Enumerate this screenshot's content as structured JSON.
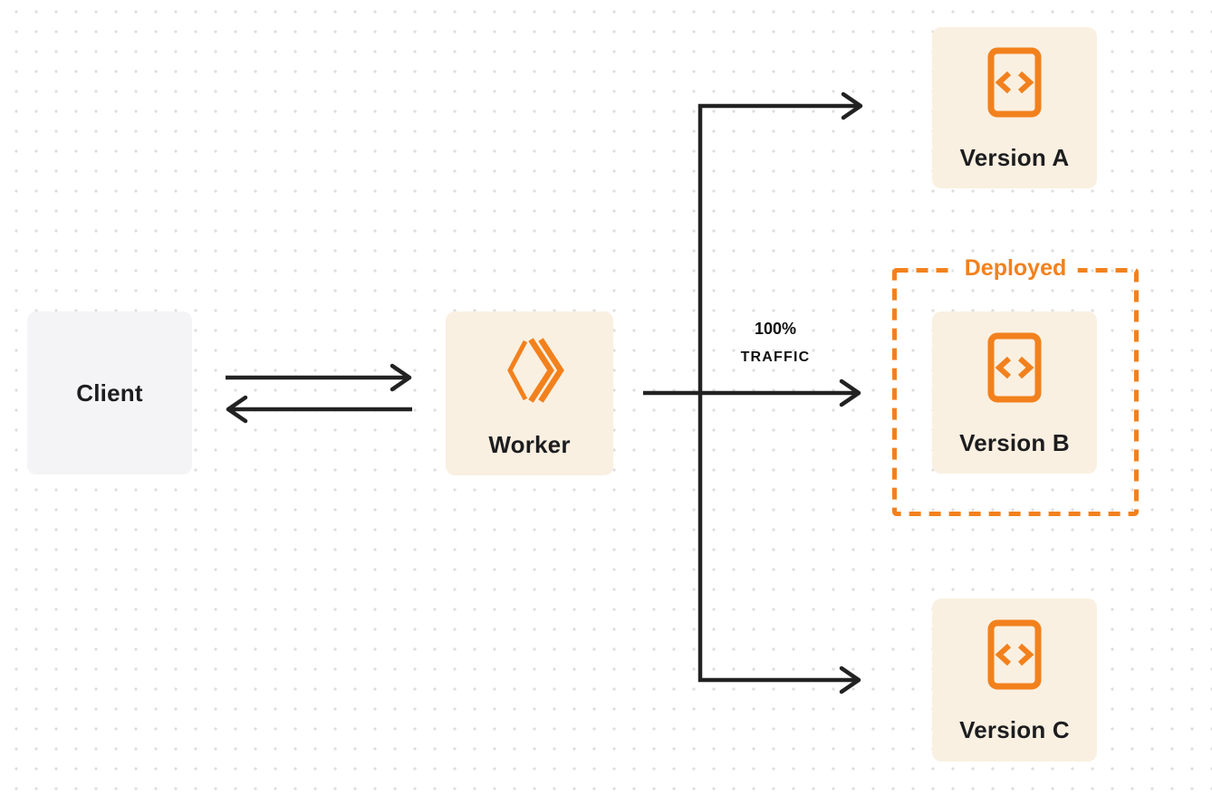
{
  "diagram": {
    "title": "worker traffic routing between deployed versions",
    "nodes": {
      "client": {
        "label": "Client"
      },
      "worker": {
        "label": "Worker",
        "icon": "cloudflare-workers-logo-icon"
      }
    },
    "traffic": {
      "percent": "100%",
      "caption": "TRAFFIC"
    },
    "deployed_group": {
      "label": "Deployed"
    },
    "versions": [
      {
        "label": "Version A",
        "icon": "code-file-icon",
        "deployed": false
      },
      {
        "label": "Version B",
        "icon": "code-file-icon",
        "deployed": true
      },
      {
        "label": "Version C",
        "icon": "code-file-icon",
        "deployed": false
      }
    ],
    "colors": {
      "accent_orange": "#f2811d",
      "node_cream": "#faf0e1",
      "node_gray": "#f4f4f6",
      "line_black": "#222222",
      "text_dark": "#1d1d1f",
      "dot_grid": "#dedede",
      "background": "#ffffff"
    }
  }
}
